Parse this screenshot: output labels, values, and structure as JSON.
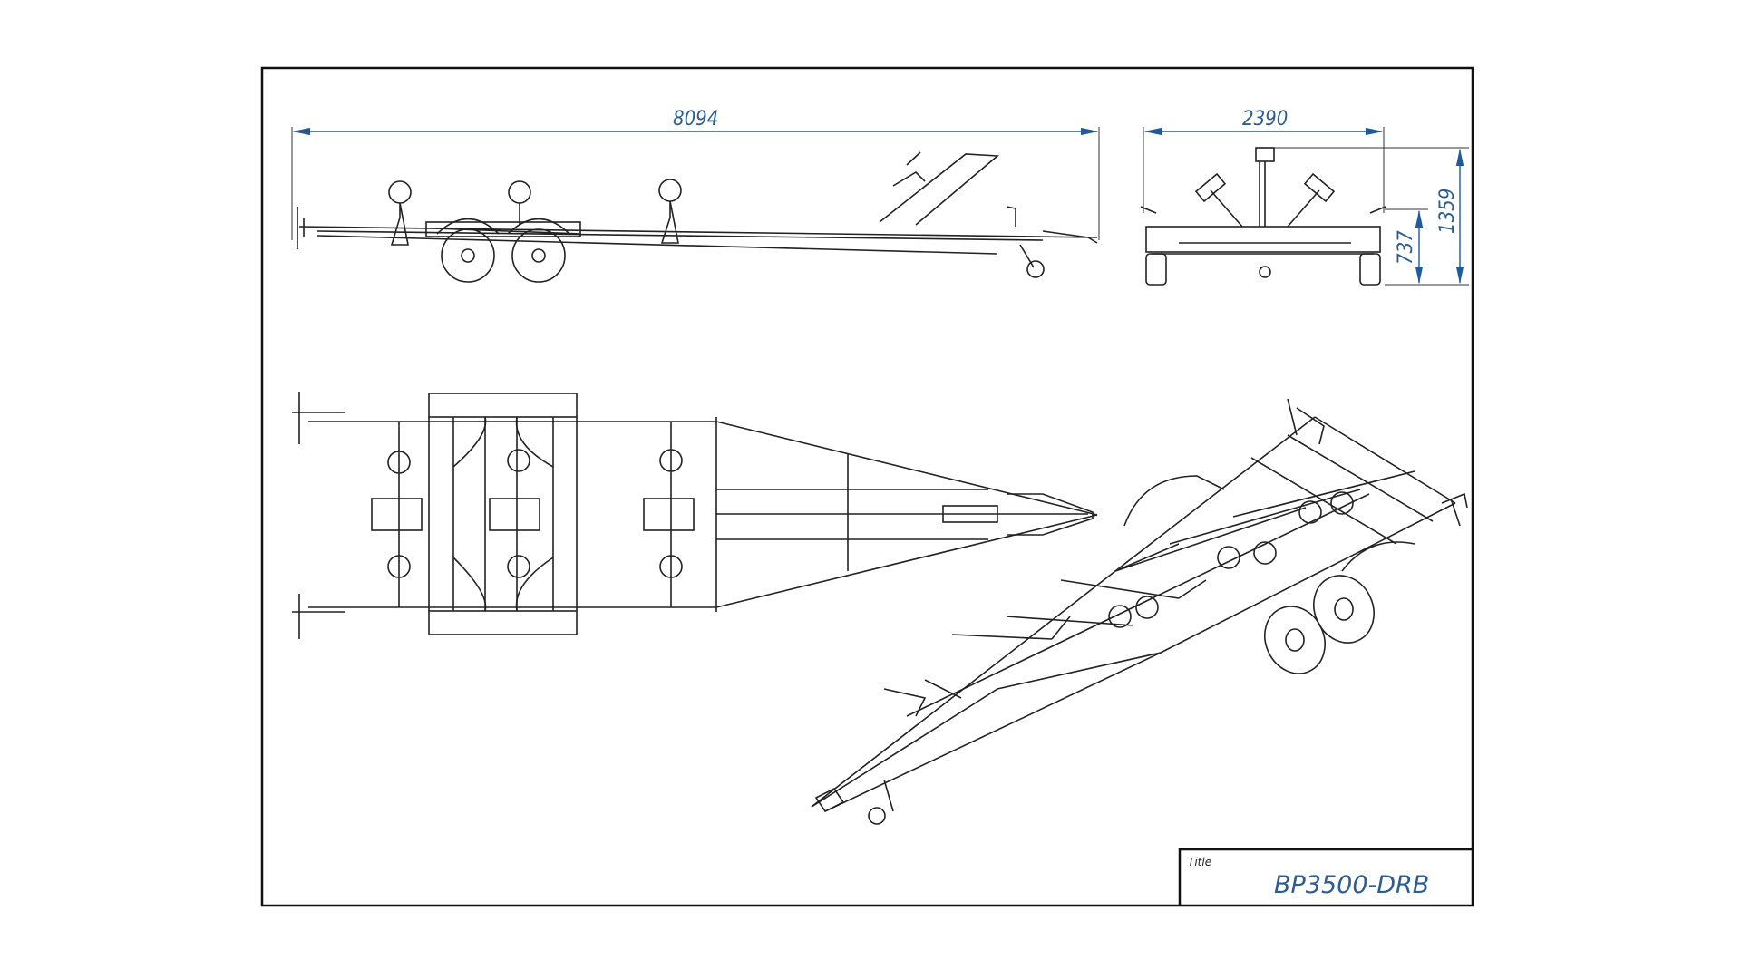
{
  "drawing": {
    "dimensions": {
      "overall_length": "8094",
      "overall_width": "2390",
      "overall_height": "1359",
      "frame_height": "737"
    },
    "title_block": {
      "label": "Title",
      "value": "BP3500-DRB"
    },
    "colors": {
      "dimension": "#1f5a9a",
      "line": "#222222"
    }
  }
}
